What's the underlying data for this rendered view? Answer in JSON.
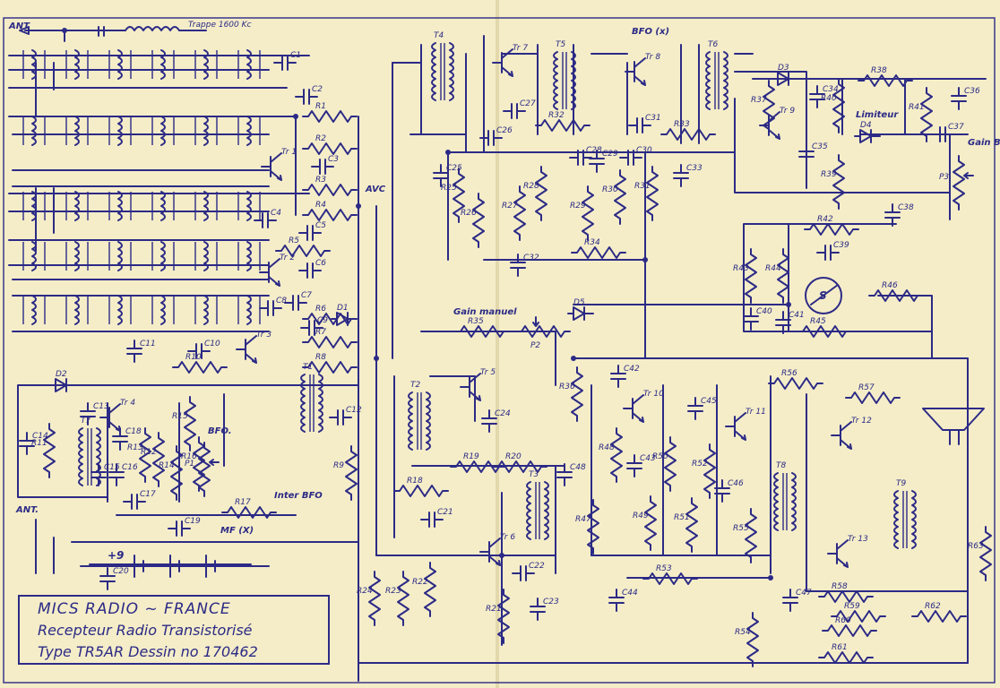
{
  "title_block": {
    "line1": "MICS RADIO ~ FRANCE",
    "line2": "Recepteur Radio Transistorisé",
    "line3": "Type TR5AR  Dessin no 170462"
  },
  "labels": {
    "ant": "ANT",
    "ant2": "ANT.",
    "trappe": "Trappe 1600 Kc",
    "bfo_x": "BFO (x)",
    "bfo": "BFO.",
    "avc": "AVC",
    "limiteur": "Limiteur",
    "gain_bf": "Gain BF",
    "gain_manuel": "Gain manuel",
    "inter_bfo": "Inter BFO",
    "mf_x": "MF (X)",
    "meter_s": "S",
    "plus9": "+9"
  },
  "components": {
    "transistors": [
      "Tr 1",
      "Tr 2",
      "Tr 3",
      "Tr 4",
      "Tr 5",
      "Tr 6",
      "Tr 7",
      "Tr 8",
      "Tr 9",
      "Tr 10",
      "Tr 11",
      "Tr 12",
      "Tr 13"
    ],
    "transformers": [
      "T1",
      "T2",
      "T3",
      "T4",
      "T5",
      "T6",
      "T7",
      "T8",
      "T9"
    ],
    "diodes": [
      "D1",
      "D2",
      "D3",
      "D4",
      "D5"
    ],
    "potentiometers": [
      "P1",
      "P2",
      "P3"
    ],
    "resistors": [
      "R1",
      "R2",
      "R3",
      "R4",
      "R5",
      "R6",
      "R7",
      "R8",
      "R9",
      "R10",
      "R11",
      "R12",
      "R13",
      "R14",
      "R15",
      "R16",
      "R17",
      "R18",
      "R19",
      "R20",
      "R21",
      "R22",
      "R23",
      "R24",
      "R25",
      "R26",
      "R27",
      "R28",
      "R29",
      "R30",
      "R31",
      "R32",
      "R33",
      "R34",
      "R35",
      "R36",
      "R37",
      "R38",
      "R39",
      "R40",
      "R41",
      "R42",
      "R43",
      "R44",
      "R45",
      "R46",
      "R47",
      "R48",
      "R49",
      "R50",
      "R51",
      "R52",
      "R53",
      "R54",
      "R55",
      "R56",
      "R57",
      "R58",
      "R59",
      "R60",
      "R61",
      "R62",
      "R63"
    ],
    "capacitors": [
      "C1",
      "C2",
      "C3",
      "C4",
      "C5",
      "C6",
      "C7",
      "C8",
      "C9",
      "C10",
      "C11",
      "C12",
      "C13",
      "C14",
      "C15",
      "C16",
      "C17",
      "C18",
      "C19",
      "C20",
      "C21",
      "C22",
      "C23",
      "C24",
      "C25",
      "C26",
      "C27",
      "C28",
      "C29",
      "C30",
      "C31",
      "C32",
      "C33",
      "C34",
      "C35",
      "C36",
      "C37",
      "C38",
      "C39",
      "C40",
      "C41",
      "C42",
      "C43",
      "C44",
      "C45",
      "C46",
      "C47",
      "C48"
    ]
  },
  "colors": {
    "ink": "#2c2a86",
    "paper": "#f4edc8"
  }
}
